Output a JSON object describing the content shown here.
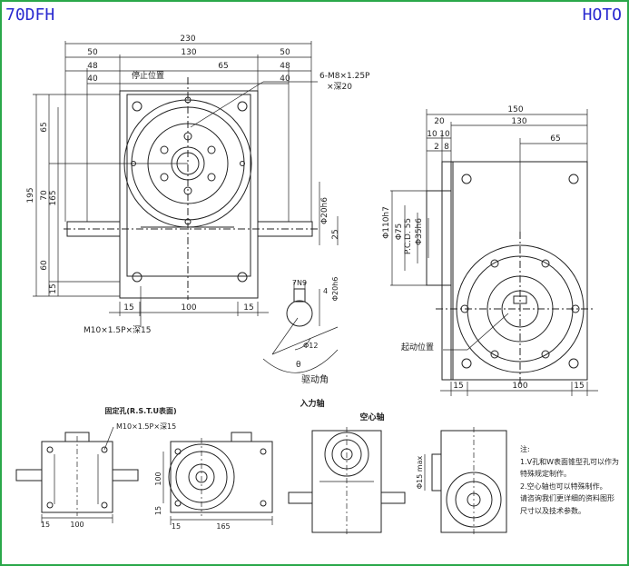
{
  "header": {
    "model": "70DFH",
    "brand": "HOTO"
  },
  "front_view": {
    "overall_width": "230",
    "side_left_50": "50",
    "side_right_50": "50",
    "body_130": "130",
    "left_48": "48",
    "right_48": "48",
    "left_40": "40",
    "right_40": "40",
    "offset_65": "65",
    "stop_position": "停止位置",
    "thread_callout_1": "6-M8×1.25P",
    "thread_callout_2": "×深20",
    "height_195": "195",
    "height_165": "165",
    "height_65": "65",
    "height_70": "70",
    "height_60": "60",
    "height_15": "15",
    "shaft_dia": "Φ20h6",
    "shaft_25": "25",
    "bottom_15_left": "15",
    "bottom_100": "100",
    "bottom_15_right": "15",
    "mount_hole": "M10×1.5P×深15"
  },
  "key_detail": {
    "key_width": "7N9",
    "key_depth": "4",
    "shaft_dia": "Φ20h6",
    "phi12": "Φ12",
    "theta": "θ",
    "drive_angle": "驱动角",
    "input_shaft": "入力轴"
  },
  "side_view": {
    "width_150": "150",
    "width_130": "130",
    "dim_20": "20",
    "dim_10a": "10",
    "dim_10b": "10",
    "dim_2": "2",
    "dim_8": "8",
    "dim_65": "65",
    "dia_110": "Φ110h7",
    "dia_75": "Φ75",
    "pcd": "P.C.D. 55",
    "dia_35": "Φ35h6",
    "start_position": "起动位置",
    "bottom_15_left": "15",
    "bottom_100": "100",
    "bottom_15_right": "15"
  },
  "bottom_views": {
    "fixing_holes": "固定孔(R.S.T.U表面)",
    "mount_hole": "M10×1.5P×深15",
    "hollow_shaft": "空心轴",
    "v1_15": "15",
    "v1_100": "100",
    "v2_100": "100",
    "v2_15a": "15",
    "v2_15b": "15",
    "v2_165": "165",
    "v4_dia": "Φ15 max"
  },
  "notes": {
    "title": "注:",
    "line1": "1.V孔和W表面锥型孔可以作为",
    "line2": "特殊规定制作。",
    "line3": "2.空心轴也可以特殊制作。",
    "line4": "请咨询我们更详细的资料图形",
    "line5": "尺寸以及技术参数。"
  }
}
